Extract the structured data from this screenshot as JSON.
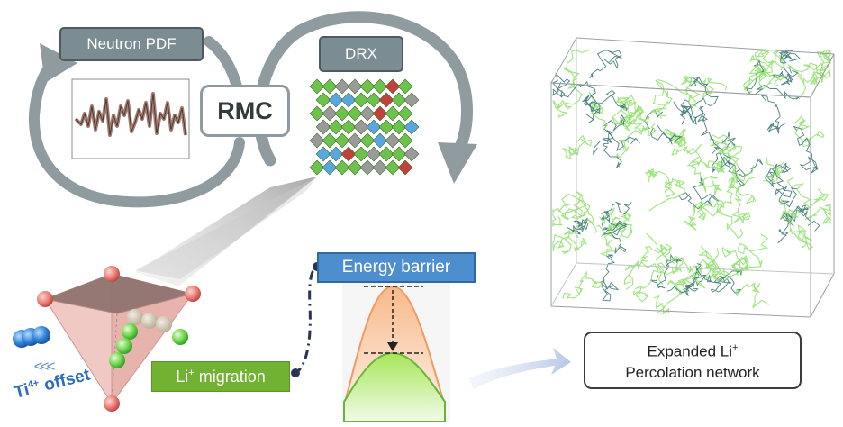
{
  "labels": {
    "neutron_pdf": "Neutron PDF",
    "drx": "DRX",
    "rmc": "RMC",
    "energy_barrier": "Energy barrier",
    "li_migration_prefix": "Li",
    "li_migration_sup": "+",
    "li_migration_suffix": " migration",
    "ti_offset_prefix": "Ti",
    "ti_offset_sup": "4+",
    "ti_offset_suffix": " offset",
    "ti_chevrons": "<<<",
    "expanded_line1_prefix": "Expanded Li",
    "expanded_line1_sup": "+",
    "expanded_line2": "Percolation network"
  },
  "colors": {
    "cycle_arrow": "#909ba0",
    "label_box": "#7c8c93",
    "energy_box": "#4d8fce",
    "migration_box": "#72b232",
    "network_green": "#8ee06a",
    "network_dark": "#2f6d6c",
    "octa_green": "#6cc24a",
    "octa_blue": "#58a7e0",
    "octa_red": "#c4403c",
    "octa_grey": "#9a9a9a",
    "barrier_orange": "#f4a36a",
    "barrier_green": "#8fd84a"
  }
}
